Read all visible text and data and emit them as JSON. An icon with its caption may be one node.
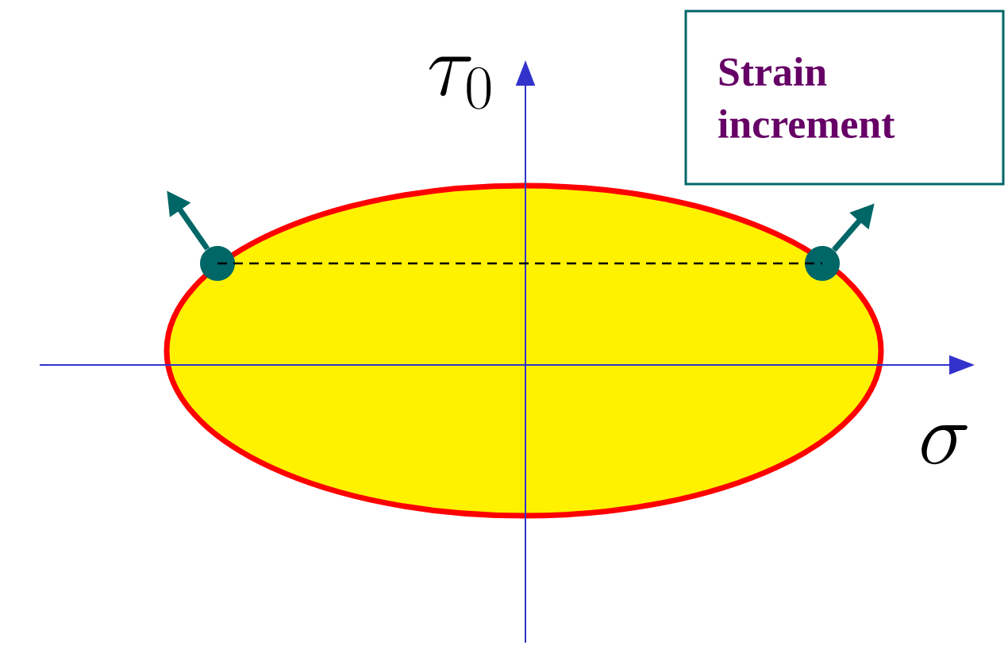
{
  "diagram": {
    "nodes": [
      {
        "text": [
          "Strain increment"
        ]
      },
      {
        "text": [],
        "shape": "circle"
      },
      {
        "text": [],
        "shape": "circle"
      }
    ],
    "edges": [
      {
        "from": 1,
        "to": 2,
        "arrow": "none",
        "style": "dashed",
        "color": "#000000"
      },
      {
        "from": 1,
        "to": null,
        "arrow": "to"
      },
      {
        "from": 2,
        "to": null,
        "arrow": "to"
      }
    ],
    "labels": [
      "\\tau_0",
      "\\sigma"
    ]
  }
}
